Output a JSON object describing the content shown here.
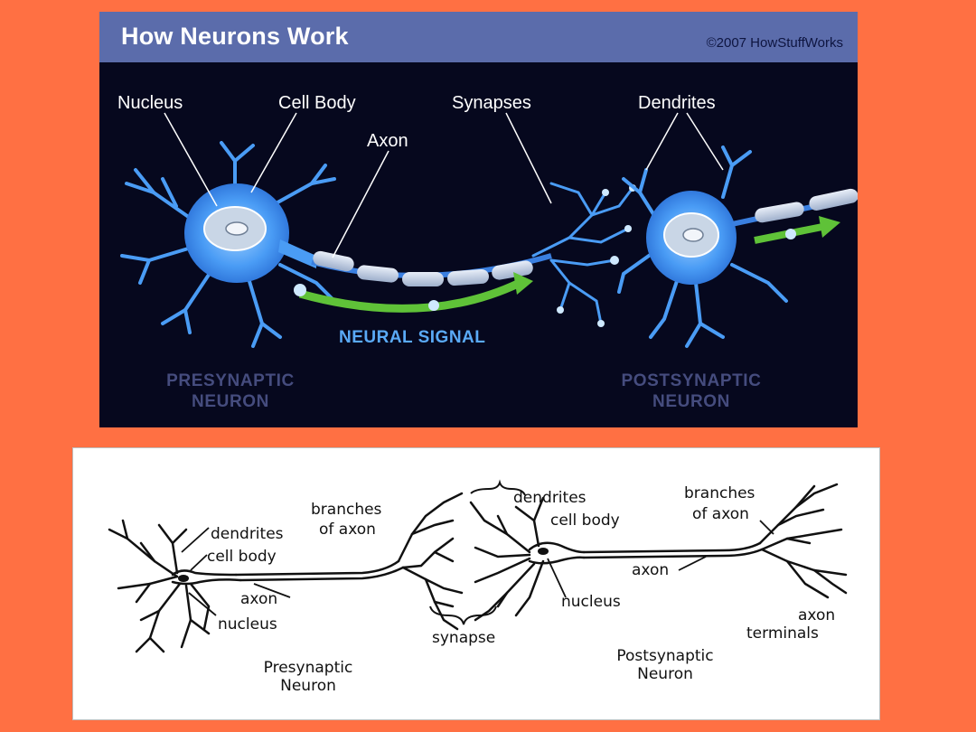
{
  "top_panel": {
    "title": "How Neurons Work",
    "copyright": "©2007 HowStuffWorks",
    "labels": {
      "nucleus": "Nucleus",
      "cell_body": "Cell Body",
      "axon": "Axon",
      "synapses": "Synapses",
      "dendrites": "Dendrites",
      "neural_signal": "NEURAL SIGNAL"
    },
    "presynaptic": [
      "PRESYNAPTIC",
      "NEURON"
    ],
    "postsynaptic": [
      "POSTSYNAPTIC",
      "NEURON"
    ],
    "colors": {
      "background": "#06081e",
      "title_bar": "#5b6cab",
      "neuron": "#3f8ff0",
      "signal_arrow": "#5fc238"
    }
  },
  "bottom_panel": {
    "labels": {
      "dendrites_left": "dendrites",
      "cell_body_left": "cell body",
      "axon_left": "axon",
      "nucleus_left": "nucleus",
      "branches_of_axon_left_1": "branches",
      "branches_of_axon_left_2": "of axon",
      "synapse": "synapse",
      "dendrites_right": "dendrites",
      "cell_body_right": "cell body",
      "nucleus_right": "nucleus",
      "axon_right": "axon",
      "branches_of_axon_right_1": "branches",
      "branches_of_axon_right_2": "of axon",
      "axon_terminals_1": "axon",
      "axon_terminals_2": "terminals"
    },
    "presynaptic": [
      "Presynaptic",
      "Neuron"
    ],
    "postsynaptic": [
      "Postsynaptic",
      "Neuron"
    ]
  }
}
